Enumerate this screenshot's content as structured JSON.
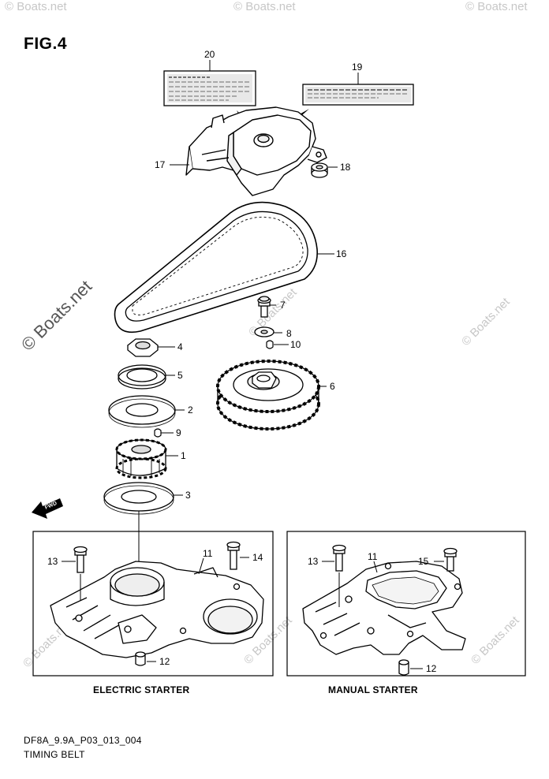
{
  "figure": {
    "title": "FIG.4",
    "code": "DF8A_9.9A_P03_013_004",
    "name": "TIMING BELT"
  },
  "captions": {
    "electric": "ELECTRIC STARTER",
    "manual": "MANUAL STARTER"
  },
  "watermark": "© Boats.net",
  "direction_label": "FWD",
  "callouts": {
    "p1": "1",
    "p2": "2",
    "p3": "3",
    "p4": "4",
    "p5": "5",
    "p6": "6",
    "p7": "7",
    "p8": "8",
    "p9": "9",
    "p10": "10",
    "p11a": "11",
    "p11b": "11",
    "p12a": "12",
    "p12b": "12",
    "p13a": "13",
    "p13b": "13",
    "p14": "14",
    "p15": "15",
    "p16": "16",
    "p17": "17",
    "p18": "18",
    "p19": "19",
    "p20": "20"
  }
}
